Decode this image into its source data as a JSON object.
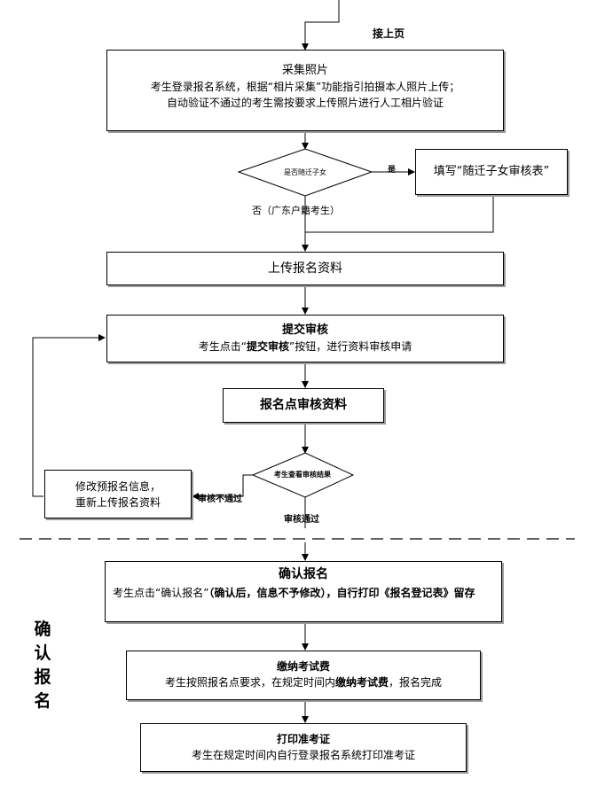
{
  "header": {
    "continue_label": "接上页"
  },
  "collect_photo": {
    "title": "采集照片",
    "line1": "考生登录报名系统，根据“相片采集”功能指引拍摄本人照片上传；",
    "line2": "自动验证不通过的考生需按要求上传照片进行人工相片验证"
  },
  "decision_migrant": {
    "question": "是否随迁子女",
    "yes_label": "是",
    "no_label": "否（广东户籍考生）"
  },
  "fill_form": {
    "text": "填写“随迁子女审核表”"
  },
  "upload": {
    "title": "上传报名资料"
  },
  "submit_review": {
    "title": "提交审核",
    "prefix": "考生点击“",
    "bold": "提交审核",
    "suffix": "”按钮，进行资料审核申请"
  },
  "site_review": {
    "title": "报名点审核资料"
  },
  "decision_result": {
    "question": "考生查看审核结果",
    "fail_label": "审核不通过",
    "pass_label": "审核通过"
  },
  "modify": {
    "line1": "修改预报名信息，",
    "line2": "重新上传报名资料"
  },
  "confirm": {
    "title": "确认报名",
    "part1": "考生点击“确认报名”",
    "part2": "（确认后，信息不予修改），自行打印《报",
    "part3": "名登记表》留存"
  },
  "pay": {
    "title": "缴纳考试费",
    "prefix": "考生按照报名点要求，在规定时间内",
    "bold": "缴纳考试费",
    "suffix": "，报名完成"
  },
  "print": {
    "title": "打印准考证",
    "line1": "考生在规定时间内自行登录报名系统打印准考证"
  },
  "section_label": {
    "chars": [
      "确",
      "认",
      "报",
      "名"
    ]
  }
}
